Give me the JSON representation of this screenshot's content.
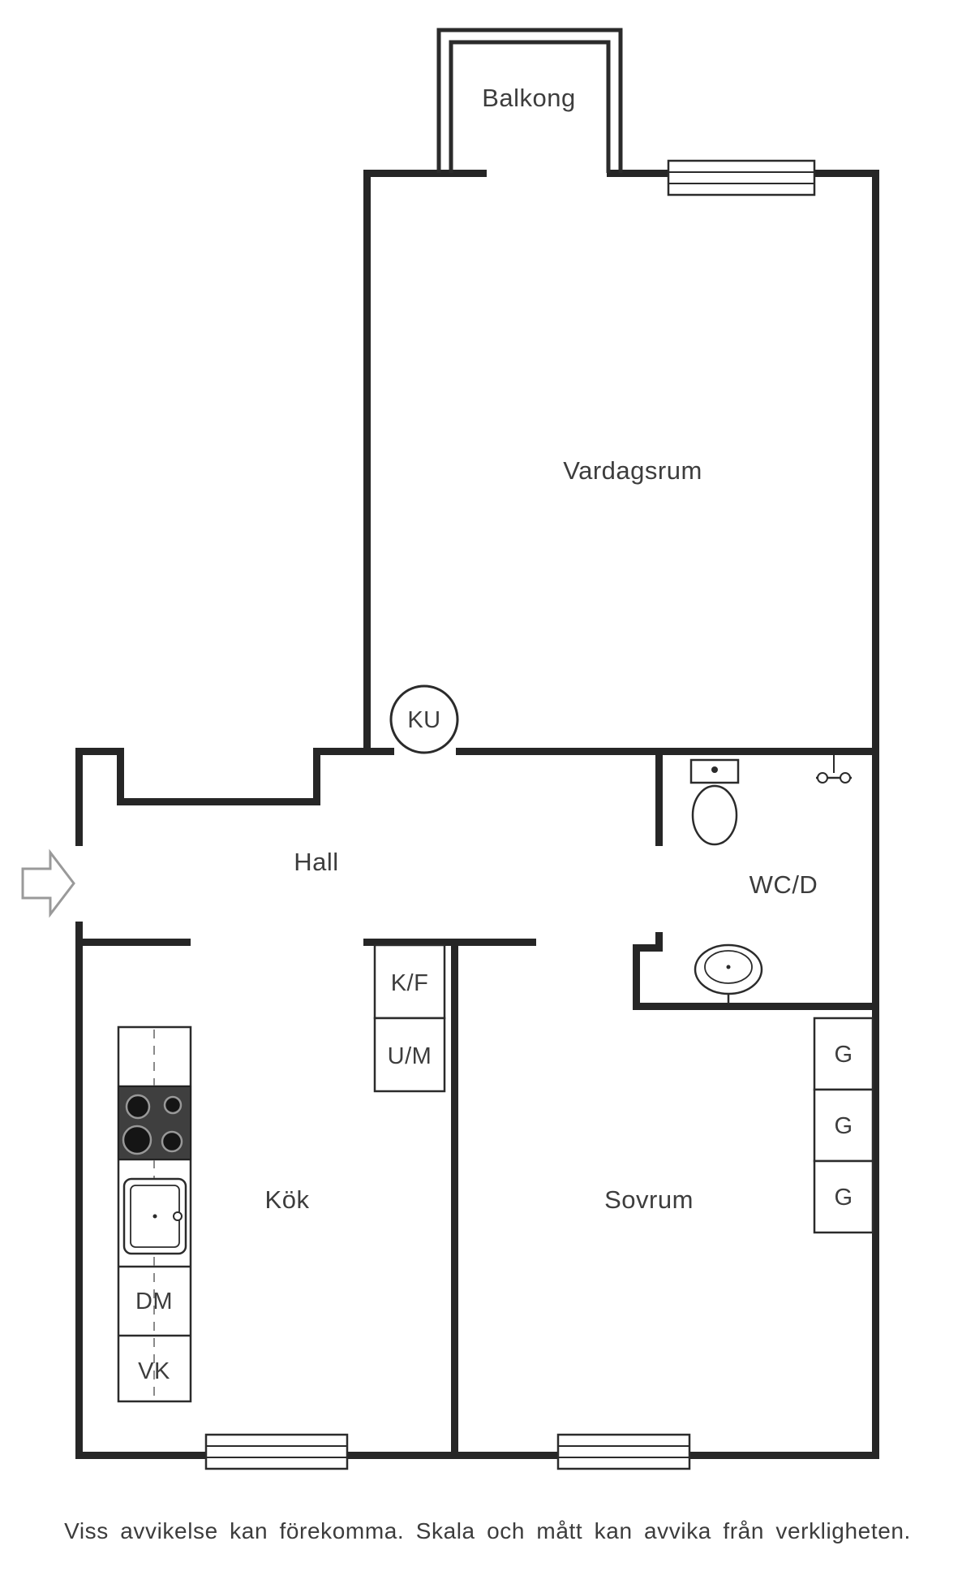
{
  "meta": {
    "document_type": "apartment-floor-plan",
    "language": "sv"
  },
  "rooms": {
    "balkong": {
      "label": "Balkong"
    },
    "vardagsrum": {
      "label": "Vardagsrum"
    },
    "hall": {
      "label": "Hall"
    },
    "wcd": {
      "label": "WC/D"
    },
    "kok": {
      "label": "Kök"
    },
    "sovrum": {
      "label": "Sovrum"
    }
  },
  "fixtures": {
    "kakelugn": {
      "label": "KU"
    },
    "kyl_frys": {
      "label": "K/F"
    },
    "um": {
      "label": "U/M"
    },
    "diskmaskin": {
      "label": "DM"
    },
    "vk": {
      "label": "VK"
    },
    "garderob_1": {
      "label": "G"
    },
    "garderob_2": {
      "label": "G"
    },
    "garderob_3": {
      "label": "G"
    }
  },
  "footer": {
    "disclaimer": "Viss avvikelse kan förekomma. Skala och mått kan avvika från verkligheten."
  },
  "colors": {
    "wall": "#262626",
    "label": "#3d3d3d",
    "stove": "#3f3f3f",
    "background": "#ffffff"
  }
}
